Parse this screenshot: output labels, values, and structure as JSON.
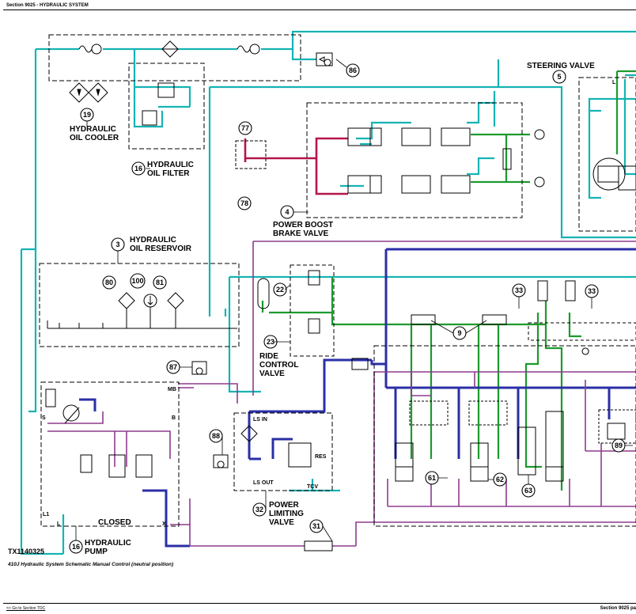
{
  "header": {
    "section": "Section 9025 - HYDRAULIC SYSTEM"
  },
  "figure": {
    "id": "TX1140325",
    "caption": "410J Hydraulic System Schematic Manual Control (neutral position)"
  },
  "footer": {
    "toc_link": "<< Go to Section TOC",
    "page": "Section 9025 pa"
  },
  "colors": {
    "cyan": "#16b3b3",
    "blue": "#2b2fa6",
    "green": "#1c9a2e",
    "red": "#b5164a",
    "purple": "#8e3b8e",
    "black": "#000000"
  },
  "labels": {
    "steering_valve": "STEERING VALVE",
    "oil_cooler_1": "HYDRAULIC",
    "oil_cooler_2": "OIL COOLER",
    "oil_filter_1": "HYDRAULIC",
    "oil_filter_2": "OIL FILTER",
    "reservoir_1": "HYDRAULIC",
    "reservoir_2": "OIL RESERVOIR",
    "brake_1": "POWER BOOST",
    "brake_2": "BRAKE VALVE",
    "ride_1": "RIDE",
    "ride_2": "CONTROL",
    "ride_3": "VALVE",
    "plv_1": "POWER",
    "plv_2": "LIMITING",
    "plv_3": "VALVE",
    "pump_1": "HYDRAULIC",
    "pump_2": "PUMP",
    "closed": "CLOSED"
  },
  "ports": {
    "mb": "MB",
    "s": "S",
    "b": "B",
    "l1": "L1",
    "l": "L",
    "x": "X",
    "ls_in": "LS IN",
    "ls_out": "LS OUT",
    "res": "RES",
    "tcv": "TCV",
    "sv_l": "L"
  },
  "callouts": {
    "c3": "3",
    "c4": "4",
    "c5": "5",
    "c9": "9",
    "c16a": "16",
    "c16b": "16",
    "c19": "19",
    "c22": "22",
    "c23": "23",
    "c31": "31",
    "c32": "32",
    "c33a": "33",
    "c33b": "33",
    "c61": "61",
    "c62": "62",
    "c63": "63",
    "c77": "77",
    "c78": "78",
    "c80": "80",
    "c81": "81",
    "c86": "86",
    "c87": "87",
    "c88": "88",
    "c89": "89",
    "c100": "100"
  }
}
